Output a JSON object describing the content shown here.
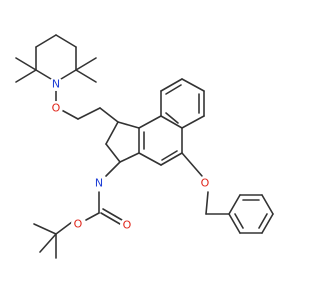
{
  "atoms": {
    "n_piperidine": "N",
    "o_aminoxy": "O",
    "n_indoline": "N",
    "o_carbonyl": "O",
    "o_ester": "O",
    "o_benzyloxy": "O"
  },
  "colors": {
    "bond": "#333333",
    "nitrogen": "#1f3fd6",
    "oxygen": "#e0261b",
    "background": "#ffffff"
  }
}
